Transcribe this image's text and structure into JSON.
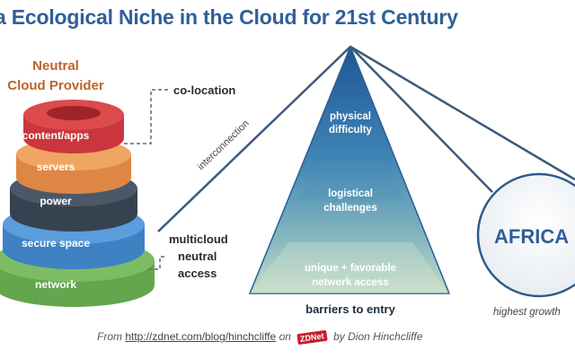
{
  "title": "a Ecological Niche in the Cloud for 21st Century",
  "provider": {
    "line1": "Neutral",
    "line2": "Cloud Provider"
  },
  "stack_layers": [
    "content/apps",
    "servers",
    "power",
    "secure space",
    "network"
  ],
  "side_labels": {
    "colocation": "co-location",
    "interconnection": "interconnection",
    "multicloud": [
      "multicloud",
      "neutral",
      "access"
    ]
  },
  "triangle": {
    "tiers": [
      [
        "physical",
        "difficulty"
      ],
      [
        "logistical",
        "challenges"
      ],
      [
        "unique + favorable",
        "network access"
      ]
    ],
    "caption": "barriers to entry"
  },
  "africa": {
    "label": "AFRICA",
    "caption": "highest growth"
  },
  "footer": {
    "prefix": "From",
    "url": "http://zdnet.com/blog/hinchcliffe",
    "on": "on",
    "badge": "ZDNet",
    "suffix": "by Dion Hinchcliffe"
  },
  "colors": {
    "title": "#2f5f99",
    "provider": "#c0622b",
    "content": "#cf3b3f",
    "servers": "#e89352",
    "power": "#3e4b5a",
    "secure": "#4a8fd1",
    "network": "#6fb15a",
    "triangle_top": "#215a9c",
    "triangle_bottom": "#b9d6c8"
  }
}
